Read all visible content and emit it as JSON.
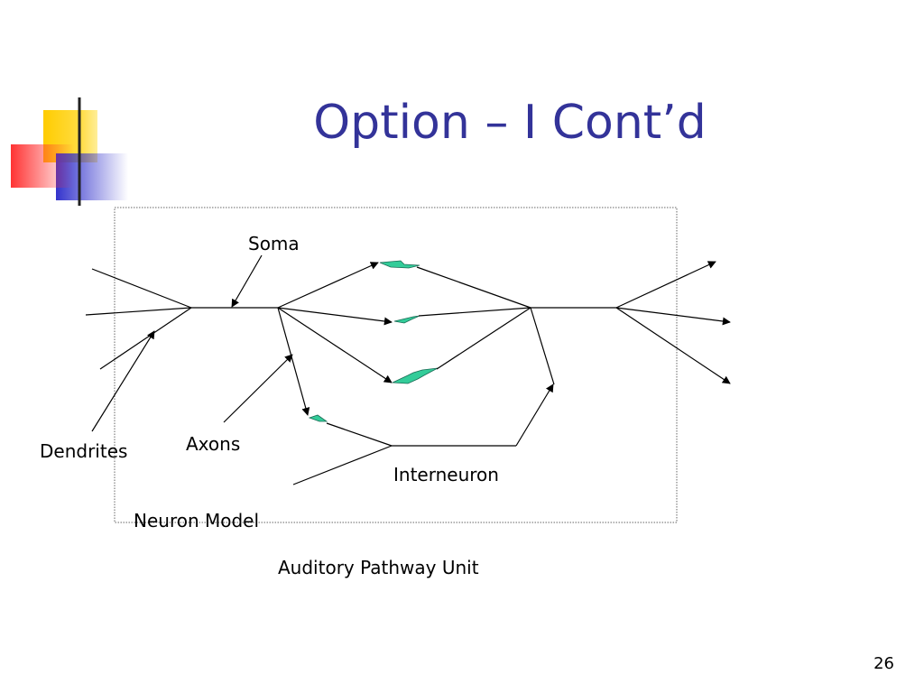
{
  "slide": {
    "title": "Option – I Cont’d",
    "number": "26"
  },
  "diagram": {
    "labels": {
      "soma": "Soma",
      "dendrites": "Dendrites",
      "axons": "Axons",
      "interneuron": "Interneuron",
      "neuron_model": "Neuron Model",
      "caption": "Auditory Pathway Unit"
    },
    "colors": {
      "title": "#333399",
      "synapse": "#33cc99",
      "deco_yellow": "#ffcc00",
      "deco_blue": "#3333cc",
      "deco_red": "#ff3333"
    }
  }
}
